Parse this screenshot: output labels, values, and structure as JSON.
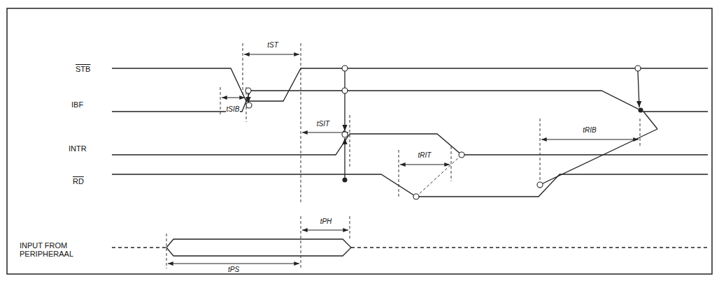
{
  "diagram": {
    "labels": [
      "STB",
      "IBF",
      "INTR",
      "RD",
      "INPUT FROM PERIPHERAAL",
      "tST",
      "tSIB",
      "tSIT",
      "tPH",
      "tRIT",
      "tRIB",
      "tPS"
    ]
  }
}
